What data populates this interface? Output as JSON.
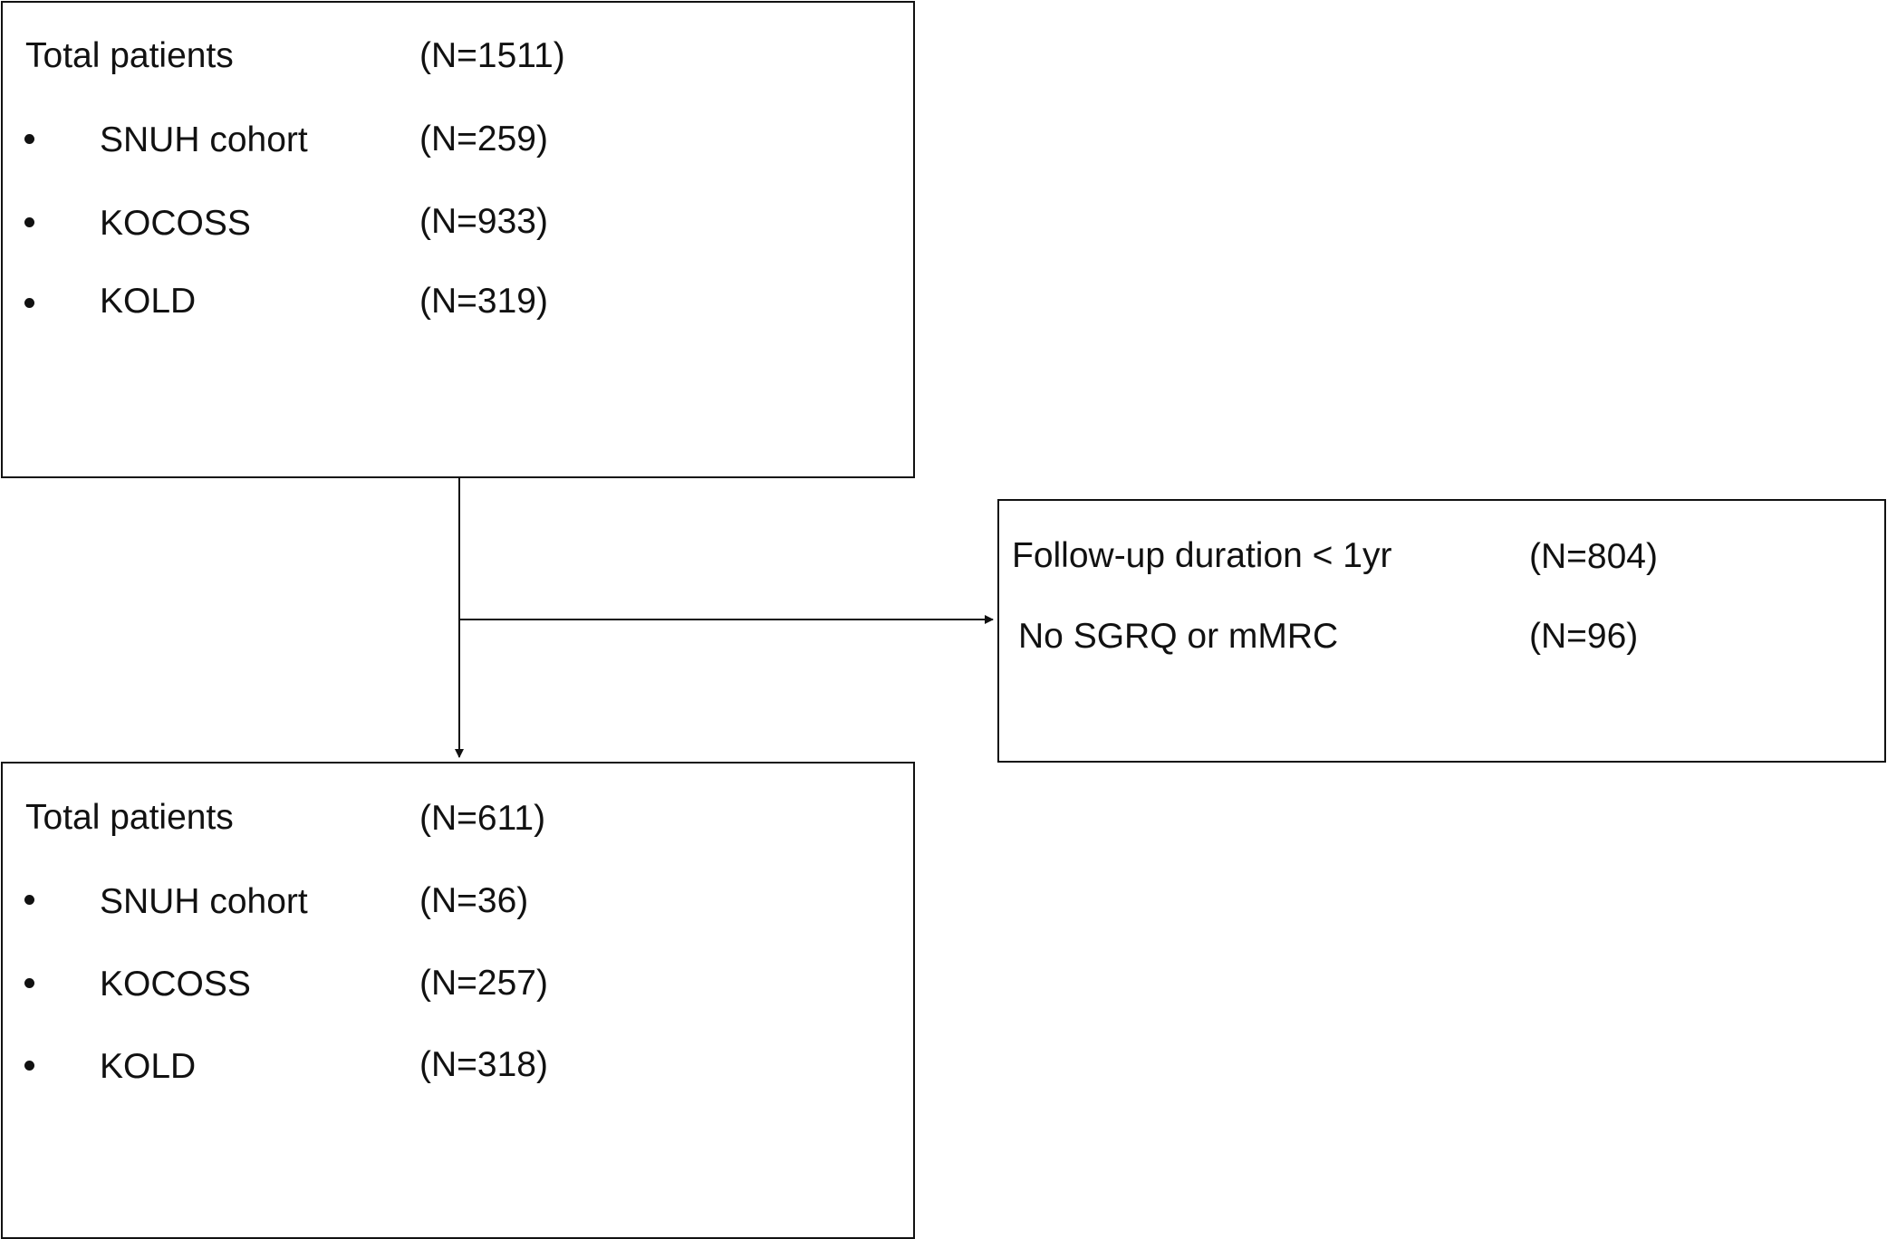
{
  "top_box": {
    "title": "Total patients",
    "total": "(N=1511)",
    "items": [
      {
        "label": "SNUH cohort",
        "count": "(N=259)"
      },
      {
        "label": "KOCOSS",
        "count": "(N=933)"
      },
      {
        "label": "KOLD",
        "count": "(N=319)"
      }
    ]
  },
  "exclusion_box": {
    "items": [
      {
        "label": "Follow-up duration < 1yr",
        "count": "(N=804)"
      },
      {
        "label": "No SGRQ or mMRC",
        "count": "(N=96)"
      }
    ]
  },
  "bottom_box": {
    "title": "Total patients",
    "total": "(N=611)",
    "items": [
      {
        "label": "SNUH cohort",
        "count": "(N=36)"
      },
      {
        "label": "KOCOSS",
        "count": "(N=257)"
      },
      {
        "label": "KOLD",
        "count": "(N=318)"
      }
    ]
  }
}
